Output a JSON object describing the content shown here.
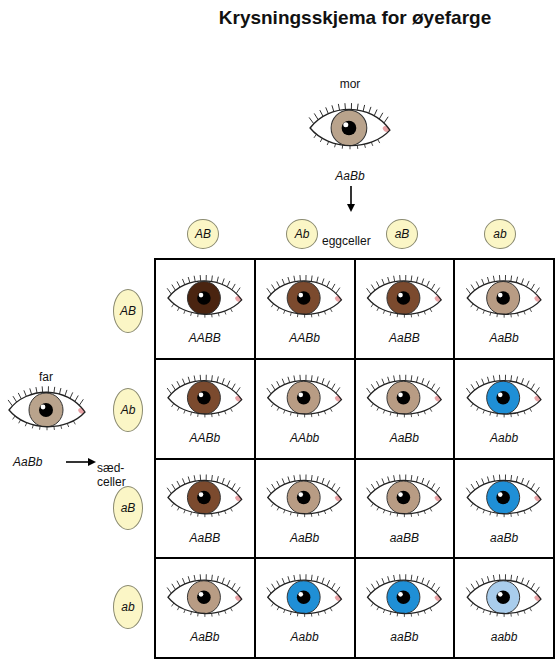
{
  "diagram": {
    "title": "Krysningsskjema for øyefarge",
    "nodes": [
      {
        "text": [
          "AB"
        ]
      },
      {
        "text": [
          "Ab"
        ]
      },
      {
        "text": [
          "aB"
        ]
      },
      {
        "text": [
          "ab"
        ]
      },
      {
        "text": [
          "AB"
        ]
      },
      {
        "text": [
          "Ab"
        ]
      },
      {
        "text": [
          "aB"
        ]
      },
      {
        "text": [
          "ab"
        ]
      },
      {
        "text": [
          "AABB"
        ]
      },
      {
        "text": [
          "AABb"
        ]
      },
      {
        "text": [
          "AaBB"
        ]
      },
      {
        "text": [
          "AaBb"
        ]
      },
      {
        "text": [
          "AABb"
        ]
      },
      {
        "text": [
          "AAbb"
        ]
      },
      {
        "text": [
          "AaBb"
        ]
      },
      {
        "text": [
          "Aabb"
        ]
      },
      {
        "text": [
          "AaBB"
        ]
      },
      {
        "text": [
          "AaBb"
        ]
      },
      {
        "text": [
          "aaBB"
        ]
      },
      {
        "text": [
          "aaBb"
        ]
      },
      {
        "text": [
          "AaBb"
        ]
      },
      {
        "text": [
          "Aabb"
        ]
      },
      {
        "text": [
          "aaBb"
        ]
      },
      {
        "text": [
          "aabb"
        ]
      }
    ],
    "labels": [
      "mor",
      "AaBb",
      "eggceller",
      "far",
      "AaBb",
      "sæd- celler"
    ]
  }
}
